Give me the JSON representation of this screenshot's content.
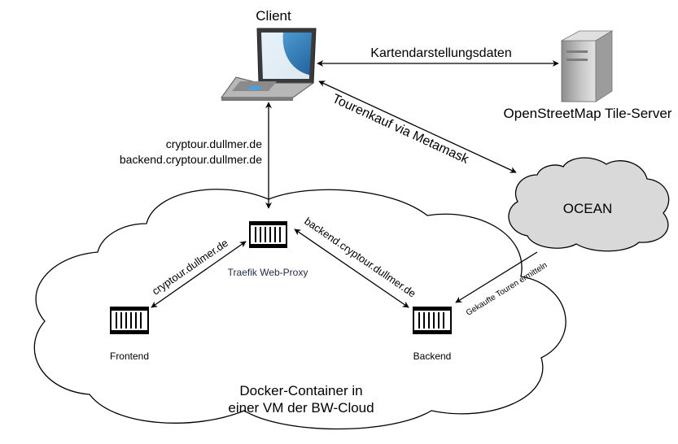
{
  "client": {
    "title": "Client"
  },
  "tile_server": {
    "label": "OpenStreetMap Tile-Server"
  },
  "ocean": {
    "label": "OCEAN"
  },
  "proxy": {
    "label": "Traefik Web-Proxy"
  },
  "frontend": {
    "label": "Frontend"
  },
  "backend": {
    "label": "Backend"
  },
  "edges": {
    "map_data": "Kartendarstellungsdaten",
    "tour_purchase": "Tourenkauf via Metamask",
    "client_domain_1": "cryptour.dullmer.de",
    "client_domain_2": "backend.cryptour.dullmer.de",
    "frontend_domain": "cryptour.dullmer.de",
    "backend_domain": "backend.cryptour.dullmer.de",
    "purchased_tours": "Gekaufte Touren ermitteln"
  },
  "cloud": {
    "line1": "Docker-Container in",
    "line2": "einer VM der BW-Cloud"
  },
  "colors": {
    "cloud_fill": "#ffffff",
    "ocean_fill": "#d9d9d9",
    "line": "#000000",
    "screen_blue": "#2e79b9",
    "server_gray": "#a8a8a8"
  }
}
